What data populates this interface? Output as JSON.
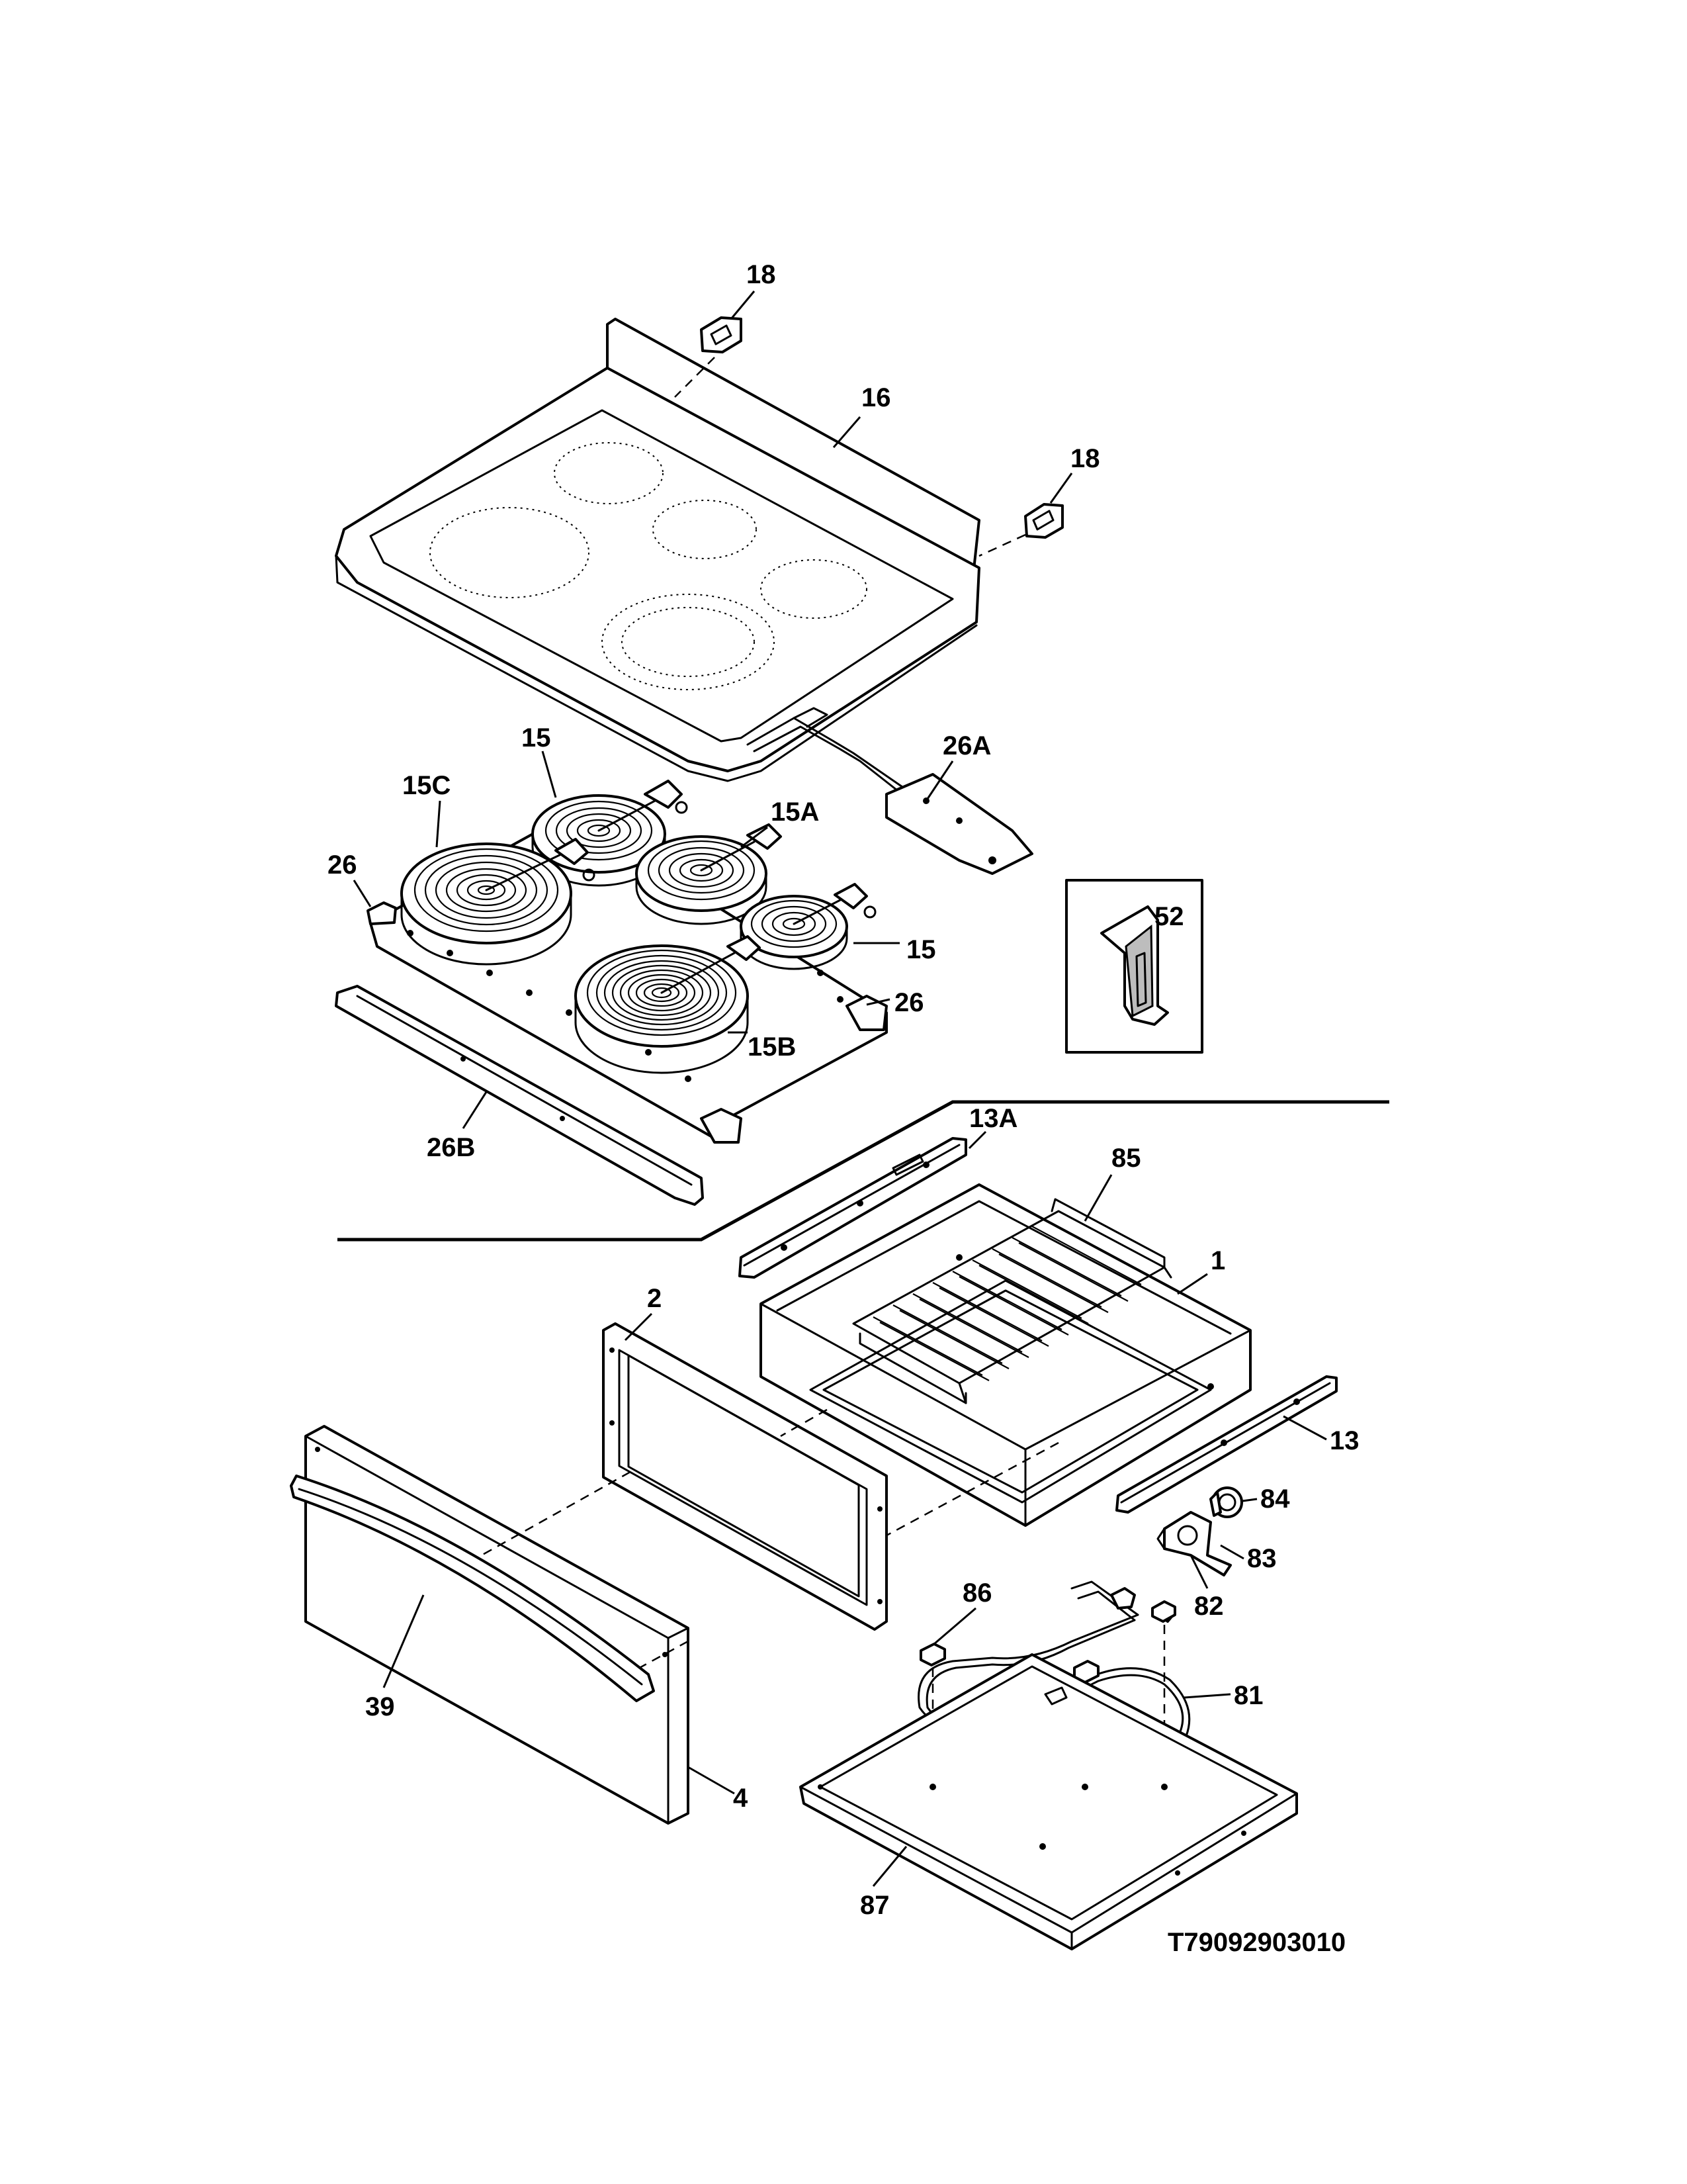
{
  "labels": {
    "l18a": "18",
    "l16": "16",
    "l18b": "18",
    "l15a": "15",
    "l26A": "26A",
    "l15C": "15C",
    "l15A": "15A",
    "l26a": "26",
    "l52": "52",
    "l15b": "15",
    "l26b": "26",
    "l15B": "15B",
    "l26B": "26B",
    "l13A": "13A",
    "l85": "85",
    "l1": "1",
    "l2": "2",
    "l13": "13",
    "l84": "84",
    "l83": "83",
    "l82": "82",
    "l86": "86",
    "l81": "81",
    "l39": "39",
    "l4": "4",
    "l87": "87"
  },
  "diagram_code": "T79092903010"
}
